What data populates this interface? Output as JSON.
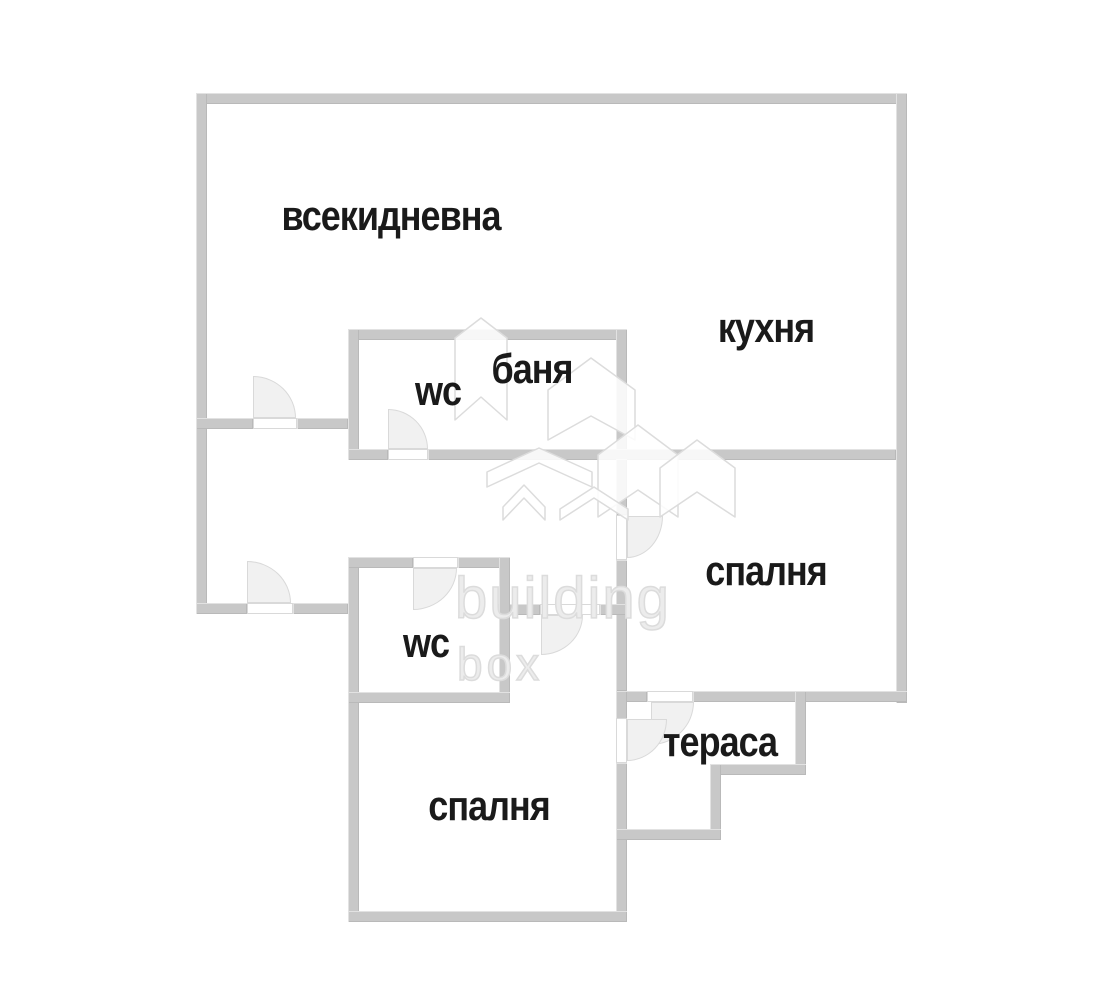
{
  "plan": {
    "type": "apartment-floor-plan",
    "language": "bg",
    "rooms": [
      {
        "name": "living-room",
        "label": "всекидневна"
      },
      {
        "name": "kitchen",
        "label": "кухня"
      },
      {
        "name": "bathroom",
        "label": "баня"
      },
      {
        "name": "wc-upper",
        "label": "wc"
      },
      {
        "name": "bedroom-upper",
        "label": "спалня"
      },
      {
        "name": "wc-lower",
        "label": "wc"
      },
      {
        "name": "terrace",
        "label": "тераса"
      },
      {
        "name": "bedroom-lower",
        "label": "спалня"
      }
    ],
    "door_count": 8
  },
  "watermark": {
    "line1": "building",
    "line2": "box",
    "icon": "house-chevron-icon"
  },
  "colors": {
    "background": "#ffffff",
    "wall": "#c8c8c8",
    "wall_highlight": "#e2e2e2",
    "wall_shadow": "#b9b9b9",
    "label_text": "#1a1a1a",
    "door_fill": "#f1f1f1",
    "door_stroke": "#d9d9d9",
    "watermark": "#ececec",
    "watermark_stroke": "#dcdcdc"
  }
}
